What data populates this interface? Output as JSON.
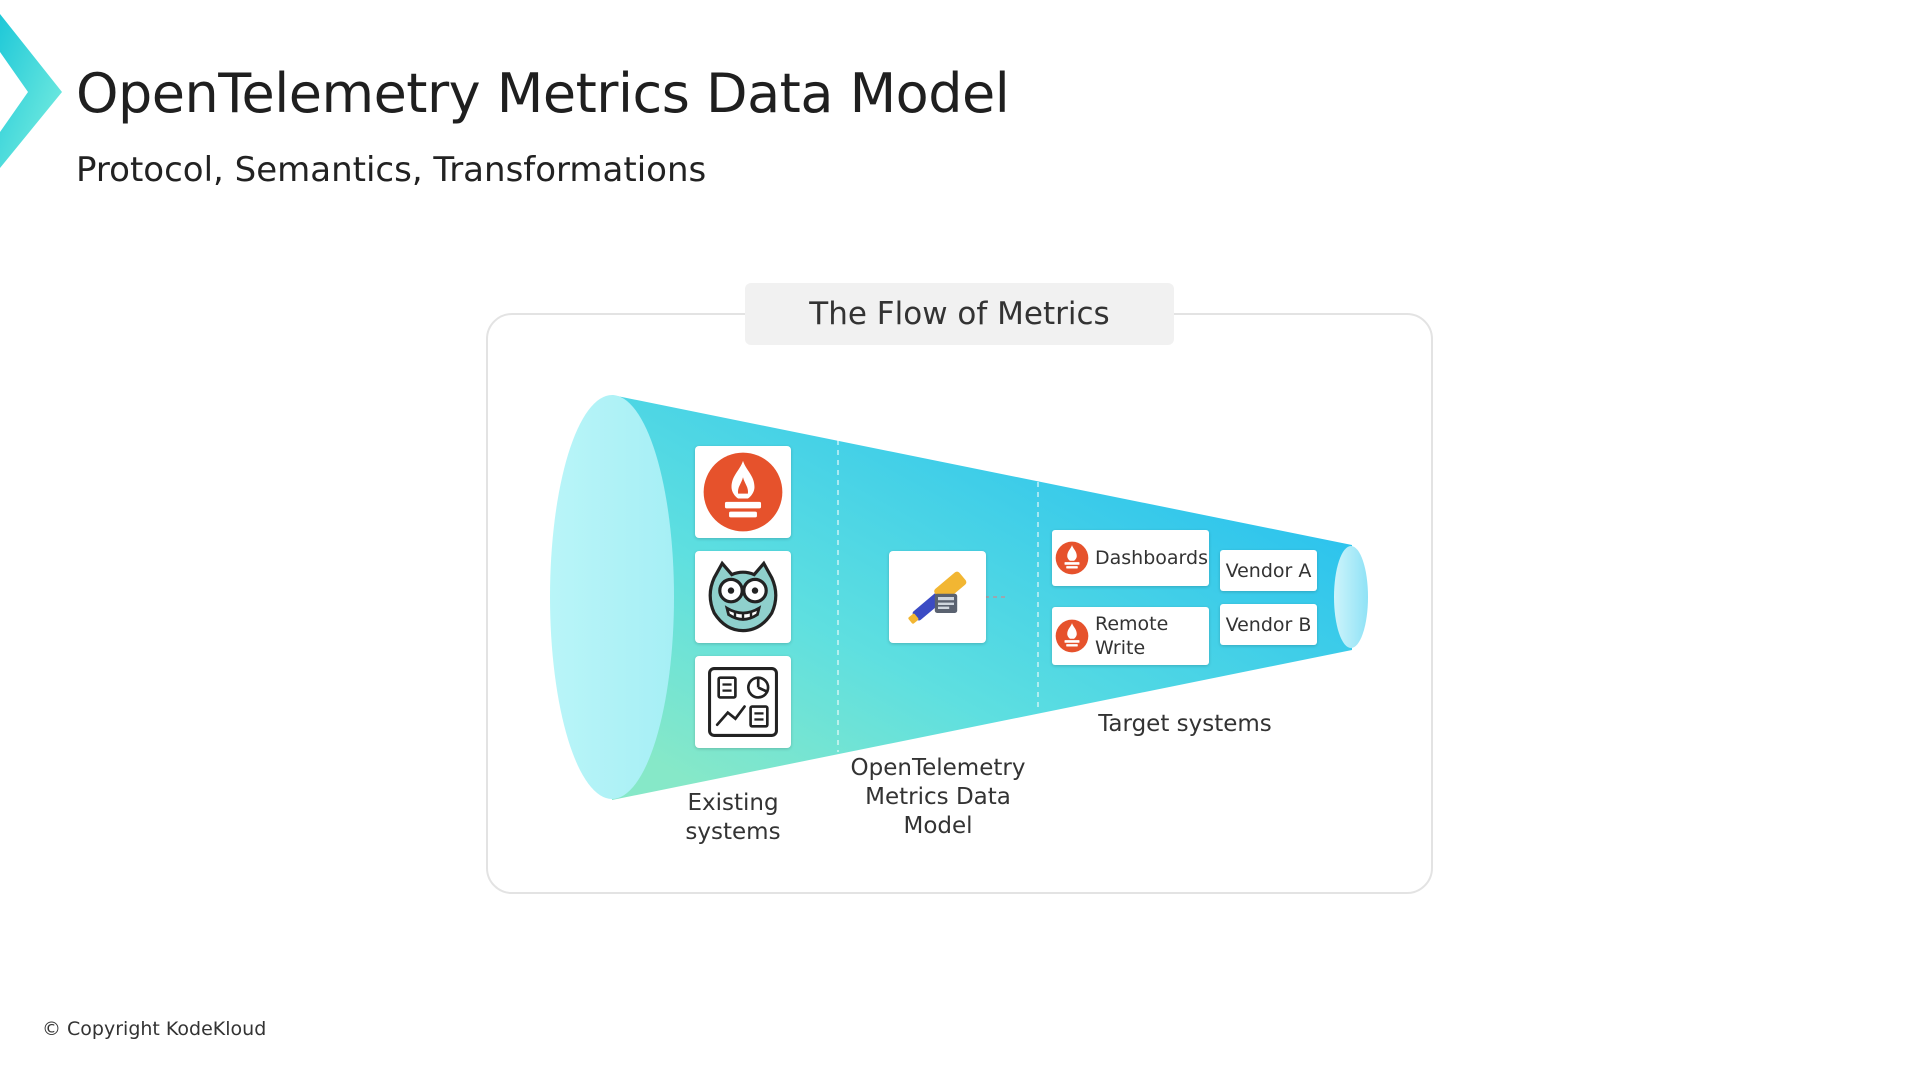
{
  "slide": {
    "title": "OpenTelemetry Metrics Data Model",
    "subtitle": "Protocol, Semantics, Transformations",
    "copyright": "© Copyright KodeKloud"
  },
  "diagram": {
    "frame_title": "The Flow of Metrics",
    "stages": {
      "existing": {
        "label": "Existing\nsystems",
        "icons": [
          "prometheus-icon",
          "owl-monitor-icon",
          "dashboard-widgets-icon"
        ]
      },
      "middle": {
        "label": "OpenTelemetry\nMetrics Data\nModel",
        "icon": "telescope-icon"
      },
      "targets": {
        "label": "Target systems",
        "items": [
          {
            "label": "Dashboards",
            "icon": "prometheus-icon"
          },
          {
            "label": "Remote\nWrite",
            "icon": "prometheus-icon"
          }
        ],
        "vendors": [
          "Vendor A",
          "Vendor B"
        ]
      }
    },
    "colors": {
      "funnel_start": "#7fe6cf",
      "funnel_end": "#2ec3ef",
      "prometheus": "#e6522c",
      "accent": "#4ed6e6"
    }
  }
}
